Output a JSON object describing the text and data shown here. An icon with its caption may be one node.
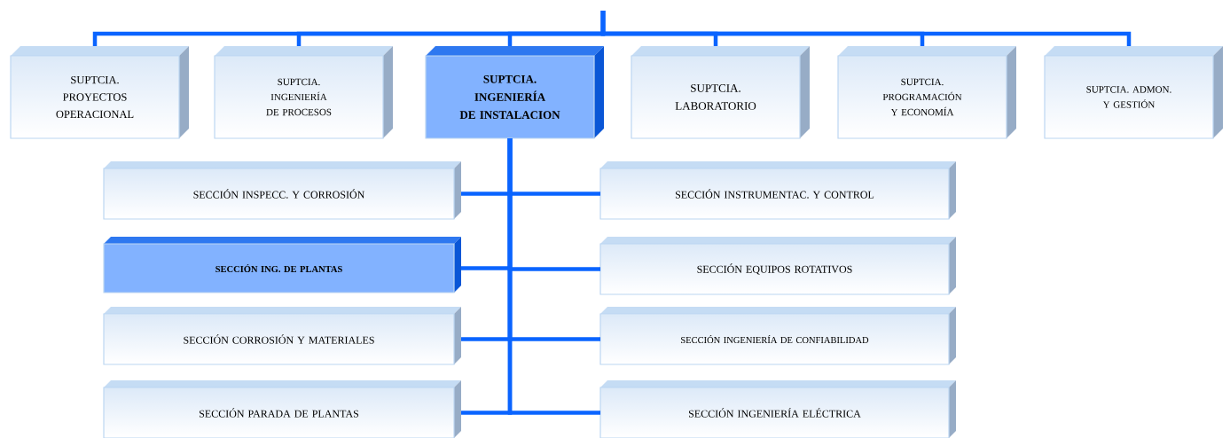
{
  "diagram": {
    "nodes": [
      {
        "text": [
          "SUPTCIA. PROYECTOS OPERACIONAL"
        ]
      },
      {
        "text": [
          "SUPTCIA. INGENIERÍA DE PROCESOS"
        ]
      },
      {
        "text": [
          "SUPTCIA. INGENIERÍA DE INSTALACION"
        ]
      },
      {
        "text": [
          "SUPTCIA. LABORATORIO"
        ]
      },
      {
        "text": [
          "SUPTCIA. PROGRAMACIÓN Y ECONOMÍA"
        ]
      },
      {
        "text": [
          "SUPTCIA. ADMON. Y GESTIÓN"
        ]
      },
      {
        "text": [
          "SECCIÓN INSPECC. Y CORROSIÓN"
        ]
      },
      {
        "text": [
          "SECCIÓN INSTRUMENTAC. Y CONTROL"
        ]
      },
      {
        "text": [
          "SECCIÓN ING. DE PLANTAS"
        ]
      },
      {
        "text": [
          "SECCIÓN EQUIPOS ROTATIVOS"
        ]
      },
      {
        "text": [
          "SECCIÓN CORROSIÓN Y MATERIALES"
        ]
      },
      {
        "text": [
          "SECCIÓN INGENIERÍA DE CONFIABILIDAD"
        ]
      },
      {
        "text": [
          "SECCIÓN PARADA DE PLANTAS"
        ]
      },
      {
        "text": [
          "SECCIÓN INGENIERÍA ELÉCTRICA"
        ]
      }
    ],
    "edges": [
      {
        "from": null,
        "to": 0,
        "arrow": "none"
      },
      {
        "from": null,
        "to": 1,
        "arrow": "none"
      },
      {
        "from": null,
        "to": 2,
        "arrow": "none"
      },
      {
        "from": null,
        "to": 3,
        "arrow": "none"
      },
      {
        "from": null,
        "to": 4,
        "arrow": "none"
      },
      {
        "from": null,
        "to": 5,
        "arrow": "none"
      },
      {
        "from": 2,
        "to": 6,
        "arrow": "none"
      },
      {
        "from": 2,
        "to": 7,
        "arrow": "none"
      },
      {
        "from": 2,
        "to": 8,
        "arrow": "none"
      },
      {
        "from": 2,
        "to": 9,
        "arrow": "none"
      },
      {
        "from": 2,
        "to": 10,
        "arrow": "none"
      },
      {
        "from": 2,
        "to": 11,
        "arrow": "none"
      },
      {
        "from": 2,
        "to": 12,
        "arrow": "none"
      },
      {
        "from": 2,
        "to": 13,
        "arrow": "none"
      }
    ]
  }
}
